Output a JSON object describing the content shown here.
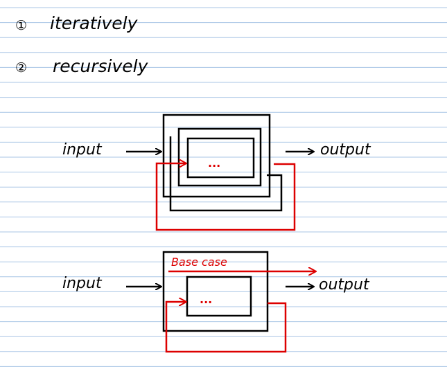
{
  "colors": {
    "ruled_line": "#a9c6e6",
    "ink": "#000000",
    "accent": "#dd0000"
  },
  "list": {
    "item1": {
      "marker": "①",
      "text": "iteratively"
    },
    "item2": {
      "marker": "②",
      "text": "recursively"
    }
  },
  "iterative_diagram": {
    "input_label": "input",
    "inner_text": "...",
    "output_label": "output"
  },
  "recursive_diagram": {
    "base_case_label": "Base case",
    "input_label": "input",
    "inner_text": "...",
    "output_label": "output"
  }
}
